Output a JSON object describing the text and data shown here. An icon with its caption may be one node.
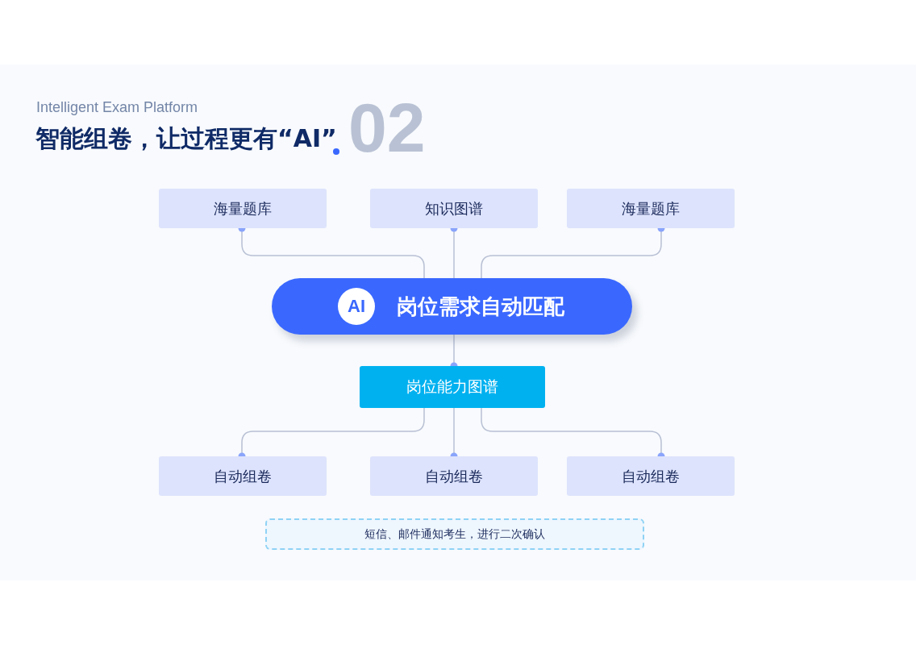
{
  "diagram": {
    "title": "智能组卷，让过程更有“AI”",
    "nodes": [
      {
        "text": [
          "海量题库"
        ]
      },
      {
        "text": [
          "知识图谱"
        ]
      },
      {
        "text": [
          "海量题库"
        ]
      },
      {
        "text": [
          "岗位需求自动匹配"
        ]
      },
      {
        "text": [
          "AI"
        ],
        "in": 3
      },
      {
        "text": [
          "岗位能力图谱"
        ]
      },
      {
        "text": [
          "自动组卷"
        ]
      },
      {
        "text": [
          "自动组卷"
        ]
      },
      {
        "text": [
          "自动组卷"
        ]
      },
      {
        "text": [
          "短信、邮件通知考生，进行二次确认"
        ]
      }
    ],
    "edges": [
      {
        "from": 3,
        "to": 0,
        "arrow": "other"
      },
      {
        "from": 3,
        "to": 1,
        "arrow": "other"
      },
      {
        "from": 3,
        "to": 2,
        "arrow": "other"
      },
      {
        "from": 3,
        "to": 5,
        "arrow": "other"
      },
      {
        "from": 5,
        "to": 6,
        "arrow": "other"
      },
      {
        "from": 5,
        "to": 7,
        "arrow": "other"
      },
      {
        "from": 5,
        "to": 8,
        "arrow": "other"
      }
    ],
    "labels": [
      "Intelligent Exam Platform",
      "02"
    ]
  }
}
